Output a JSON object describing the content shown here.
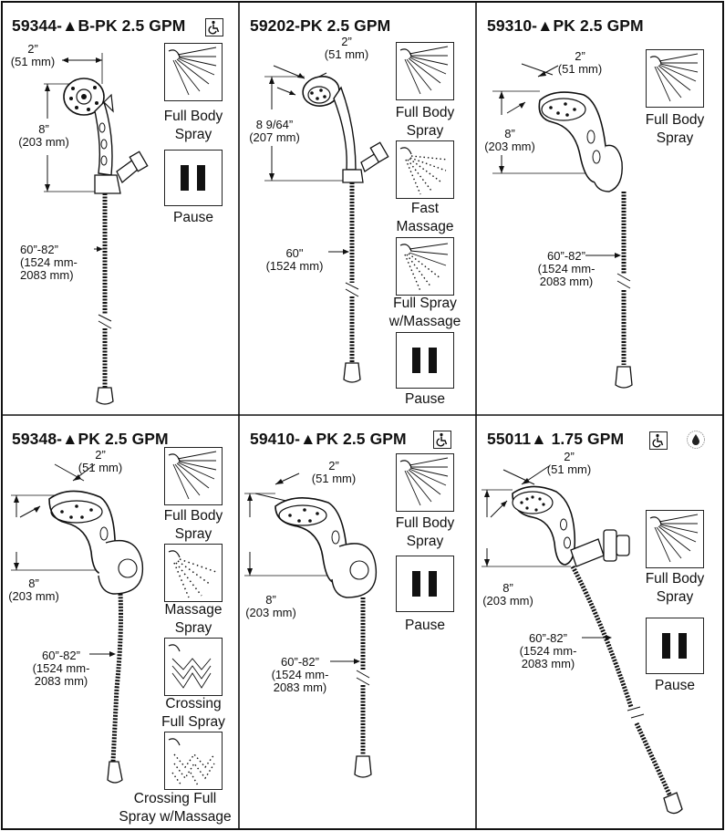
{
  "panels": [
    {
      "model": "59344-▲B-PK 2.5 GPM",
      "width_dim": "2”\n(51 mm)",
      "height_dim": "8”\n(203 mm)",
      "hose_dim": "60”-82”\n(1524 mm-\n2083 mm)",
      "functions": [
        "Full Body\nSpray",
        "Pause"
      ]
    },
    {
      "model": "59202-PK 2.5 GPM",
      "width_dim": "2”\n(51 mm)",
      "height_dim": "8 9/64”\n(207 mm)",
      "hose_dim": "60\"\n(1524 mm)",
      "functions": [
        "Full Body\nSpray",
        "Fast\nMassage",
        "Full Spray\nw/Massage",
        "Pause"
      ]
    },
    {
      "model": "59310-▲PK 2.5 GPM",
      "width_dim": "2”\n(51 mm)",
      "height_dim": "8”\n(203 mm)",
      "hose_dim": "60”-82”\n(1524 mm-\n2083 mm)",
      "functions": [
        "Full Body\nSpray"
      ]
    },
    {
      "model": "59348-▲PK 2.5 GPM",
      "width_dim": "2”\n(51 mm)",
      "height_dim": "8”\n(203 mm)",
      "hose_dim": "60”-82”\n(1524 mm-\n2083 mm)",
      "functions": [
        "Full Body\nSpray",
        "Massage\nSpray",
        "Crossing\nFull Spray",
        "Crossing Full\nSpray w/Massage"
      ]
    },
    {
      "model": "59410-▲PK 2.5 GPM",
      "width_dim": "2”\n(51 mm)",
      "height_dim": "8”\n(203 mm)",
      "hose_dim": "60”-82”\n(1524 mm-\n2083 mm)",
      "functions": [
        "Full Body\nSpray",
        "Pause"
      ]
    },
    {
      "model": "55011▲ 1.75 GPM",
      "width_dim": "2”\n(51 mm)",
      "height_dim": "8”\n(203 mm)",
      "hose_dim": "60”-82”\n(1524 mm-\n2083 mm)",
      "functions": [
        "Full Body\nSpray",
        "Pause"
      ]
    }
  ],
  "icons": {
    "accessible": "wheelchair-icon",
    "watersense": "watersense-icon",
    "full_body": "full-body-spray-icon",
    "fast_massage": "fast-massage-icon",
    "full_spray_massage": "full-spray-massage-icon",
    "massage": "massage-spray-icon",
    "crossing": "crossing-spray-icon",
    "crossing_massage": "crossing-spray-massage-icon",
    "pause": "pause-icon"
  },
  "colors": {
    "line": "#222222",
    "background": "#ffffff"
  }
}
